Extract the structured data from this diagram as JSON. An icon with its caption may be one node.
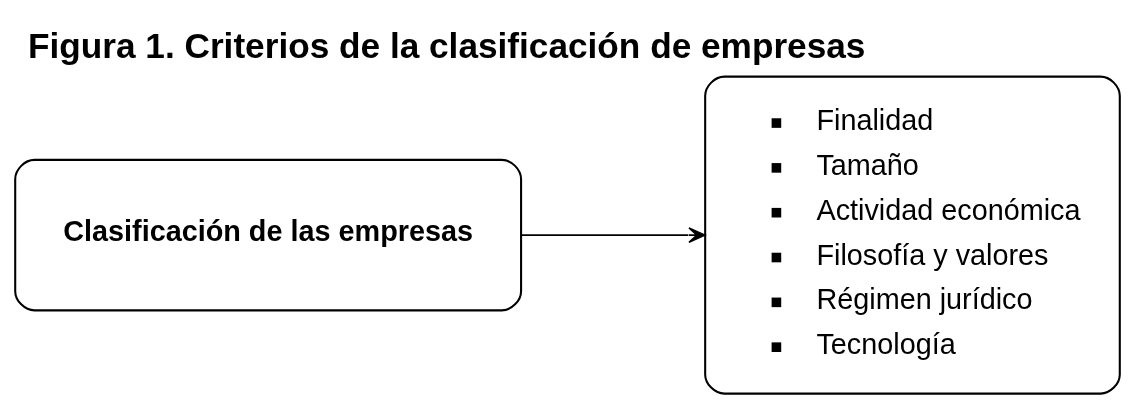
{
  "diagram": {
    "title": "Figura 1. Criterios de la clasificación de empresas",
    "nodes": [
      {
        "text": [
          "Clasificación de las empresas"
        ]
      },
      {
        "text": [
          "Finalidad",
          "Tamaño",
          "Actividad económica",
          "Filosofía y valores",
          "Régimen jurídico",
          "Tecnología"
        ]
      }
    ],
    "edges": [
      {
        "from": 0,
        "to": 1,
        "arrow": "to"
      }
    ]
  }
}
